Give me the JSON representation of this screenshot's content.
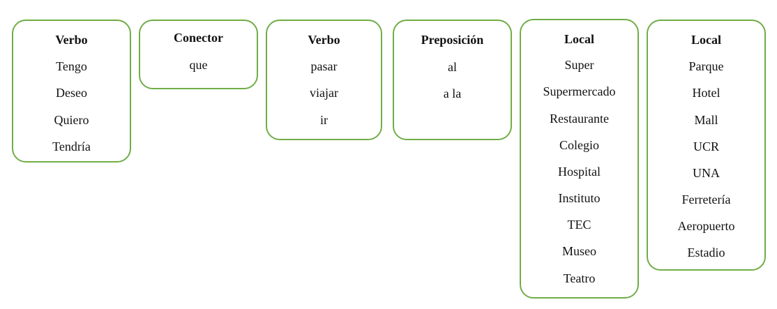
{
  "boxes": [
    {
      "title": "Verbo",
      "items": [
        "Tengo",
        "Deseo",
        "Quiero",
        "Tendría"
      ]
    },
    {
      "title": "Conector",
      "items": [
        "que"
      ]
    },
    {
      "title": "Verbo",
      "items": [
        "pasar",
        "viajar",
        "ir"
      ]
    },
    {
      "title": "Preposición",
      "items": [
        "al",
        "a la"
      ]
    },
    {
      "title": "Local",
      "items": [
        "Super",
        "Supermercado",
        "Restaurante",
        "Colegio",
        "Hospital",
        "Instituto",
        "TEC",
        "Museo",
        "Teatro"
      ]
    },
    {
      "title": "Local",
      "items": [
        "Parque",
        "Hotel",
        "Mall",
        "UCR",
        "UNA",
        "Ferretería",
        "Aeropuerto",
        "Estadio"
      ]
    }
  ],
  "colors": {
    "border": "#70ad47",
    "text": "#111111",
    "background": "#ffffff"
  }
}
